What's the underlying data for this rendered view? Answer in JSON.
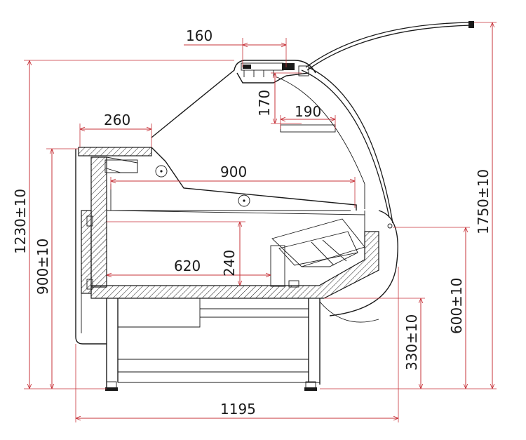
{
  "colors": {
    "dimension_line": "#c7333a",
    "outline": "#1a1a1a",
    "background": "#ffffff"
  },
  "dimensions": {
    "top_light_width": "160",
    "light_height": "170",
    "rear_shelf_depth": "190",
    "top_shelf_depth": "260",
    "inner_depth": "900",
    "base_depth": "620",
    "well_height": "240",
    "overall_height": "1230±10",
    "counter_height": "900±10",
    "glass_height": "1750±10",
    "front_height": "600±10",
    "leg_height": "330±10",
    "overall_width": "1195"
  }
}
